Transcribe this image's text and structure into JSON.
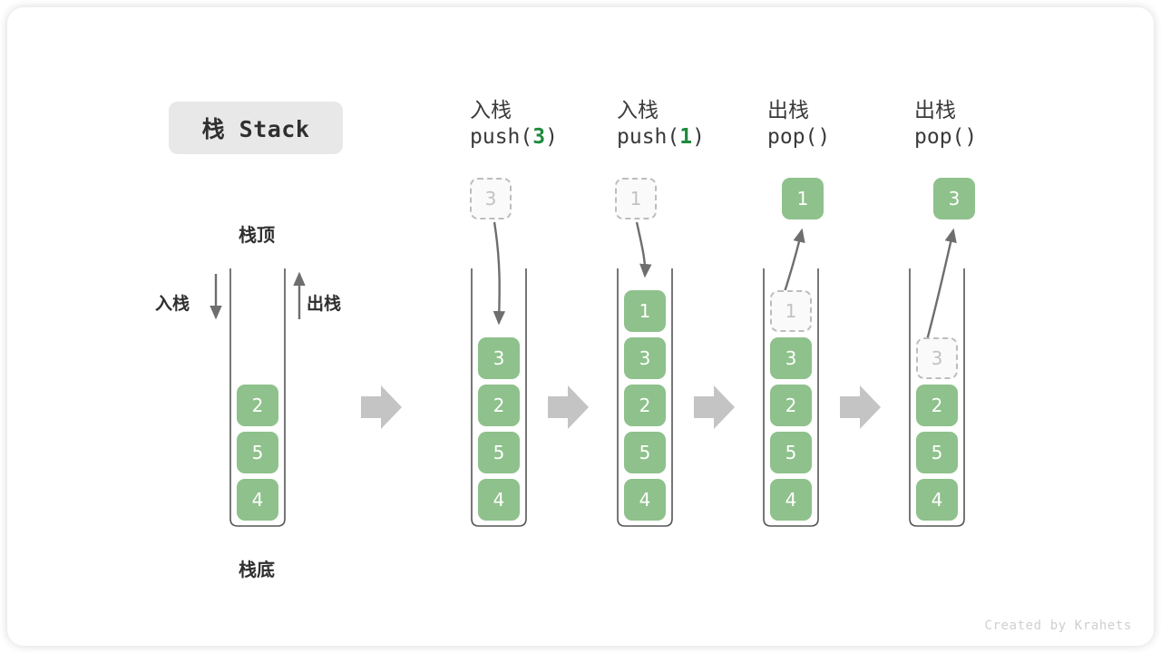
{
  "title": {
    "badge_label": "栈 Stack"
  },
  "legend": {
    "top_label": "栈顶",
    "bottom_label": "栈底",
    "push_label": "入栈",
    "pop_label": "出栈"
  },
  "colors": {
    "cell_fill": "#8ec18b",
    "cell_text": "#ffffff",
    "ghost_border": "#bdbdbd",
    "ghost_text": "#c2c2c2",
    "arrow_grey": "#c4c4c4",
    "stroke_dark": "#6e6e6e",
    "accent_green": "#1f8a3c",
    "badge_bg": "#e8e8e8",
    "text_dark": "#3a3a3a"
  },
  "columns": [
    {
      "id": "initial",
      "head_cn": "",
      "head_code": "",
      "stack": [
        "2",
        "5",
        "4"
      ],
      "floating": null,
      "ghost_in_stack": null,
      "operation": "none"
    },
    {
      "id": "push-3",
      "head_cn": "入栈",
      "head_code_prefix": "push(",
      "head_code_arg": "3",
      "head_code_suffix": ")",
      "floating": {
        "value": "3",
        "style": "ghost"
      },
      "stack": [
        "3",
        "2",
        "5",
        "4"
      ],
      "ghost_in_stack": null,
      "operation": "push"
    },
    {
      "id": "push-1",
      "head_cn": "入栈",
      "head_code_prefix": "push(",
      "head_code_arg": "1",
      "head_code_suffix": ")",
      "floating": {
        "value": "1",
        "style": "ghost"
      },
      "stack": [
        "1",
        "3",
        "2",
        "5",
        "4"
      ],
      "ghost_in_stack": null,
      "operation": "push"
    },
    {
      "id": "pop-1",
      "head_cn": "出栈",
      "head_code_prefix": "pop(",
      "head_code_arg": "",
      "head_code_suffix": ")",
      "floating": {
        "value": "1",
        "style": "solid"
      },
      "stack": [
        "1",
        "3",
        "2",
        "5",
        "4"
      ],
      "ghost_in_stack": "1",
      "operation": "pop"
    },
    {
      "id": "pop-2",
      "head_cn": "出栈",
      "head_code_prefix": "pop(",
      "head_code_arg": "",
      "head_code_suffix": ")",
      "floating": {
        "value": "3",
        "style": "solid"
      },
      "stack": [
        "3",
        "2",
        "5",
        "4"
      ],
      "ghost_in_stack": "3",
      "operation": "pop"
    }
  ],
  "credit": "Created by Krahets"
}
